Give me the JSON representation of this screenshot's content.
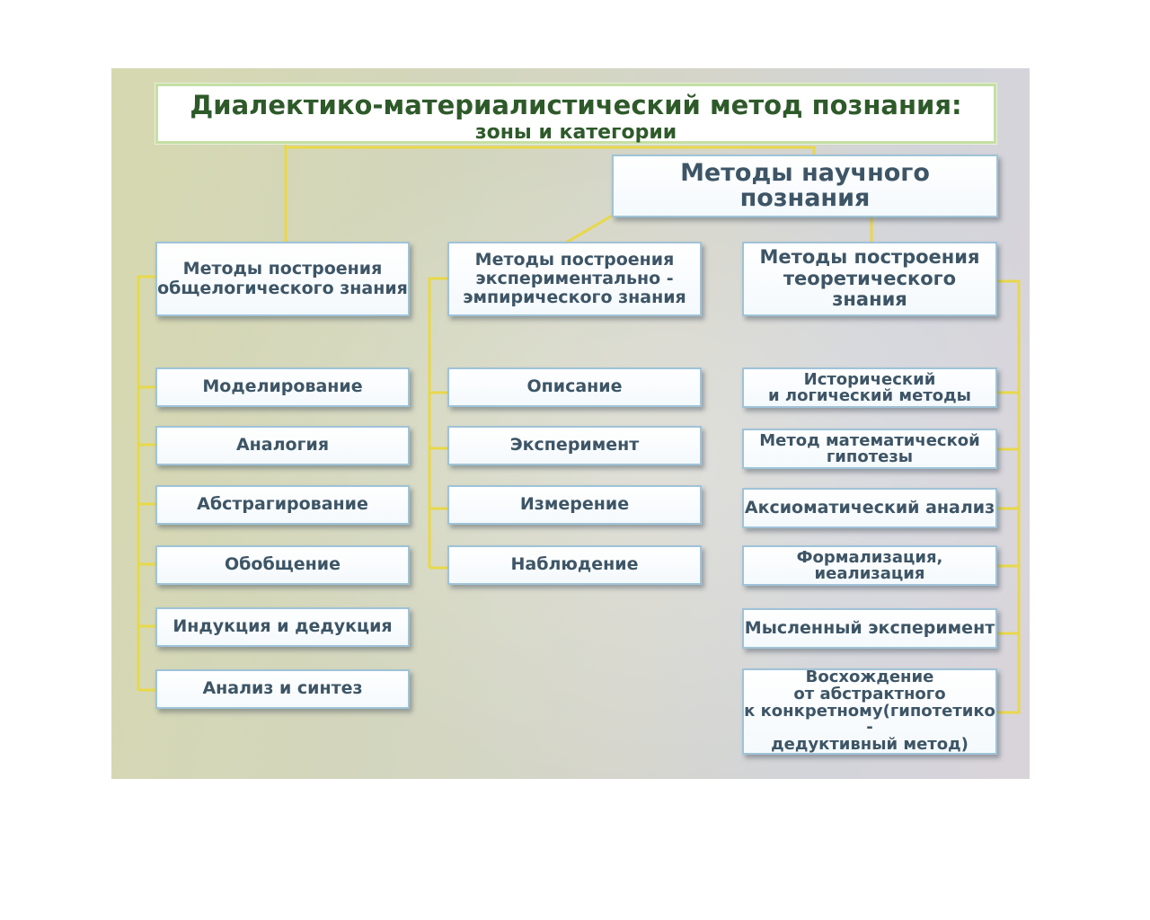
{
  "title": {
    "main": "Диалектико-материалистический метод познания:",
    "sub": "зоны и категории"
  },
  "main_box": "Методы научного познания",
  "columns": [
    {
      "header": "Методы построения\nобщелогического знания",
      "items": [
        "Моделирование",
        "Аналогия",
        "Абстрагирование",
        "Обобщение",
        "Индукция и дедукция",
        "Анализ и синтез"
      ]
    },
    {
      "header": "Методы построения\nэкспериментально -\nэмпирического знания",
      "items": [
        "Описание",
        "Эксперимент",
        "Измерение",
        "Наблюдение"
      ]
    },
    {
      "header": "Методы построения\nтеоретического знания",
      "items": [
        "Исторический\nи логический методы",
        "Метод математической\nгипотезы",
        "Аксиоматический анализ",
        "Формализация,\nиеализация",
        "Мысленный эксперимент",
        "Восхождение\nот абстрактного\nк конкретному(гипотетико -\nдедуктивный метод)"
      ]
    }
  ],
  "colors": {
    "connector": "#e8d84a",
    "title_text": "#2e5a2a",
    "box_text": "#3d5566",
    "box_border": "#9fc3d8"
  }
}
